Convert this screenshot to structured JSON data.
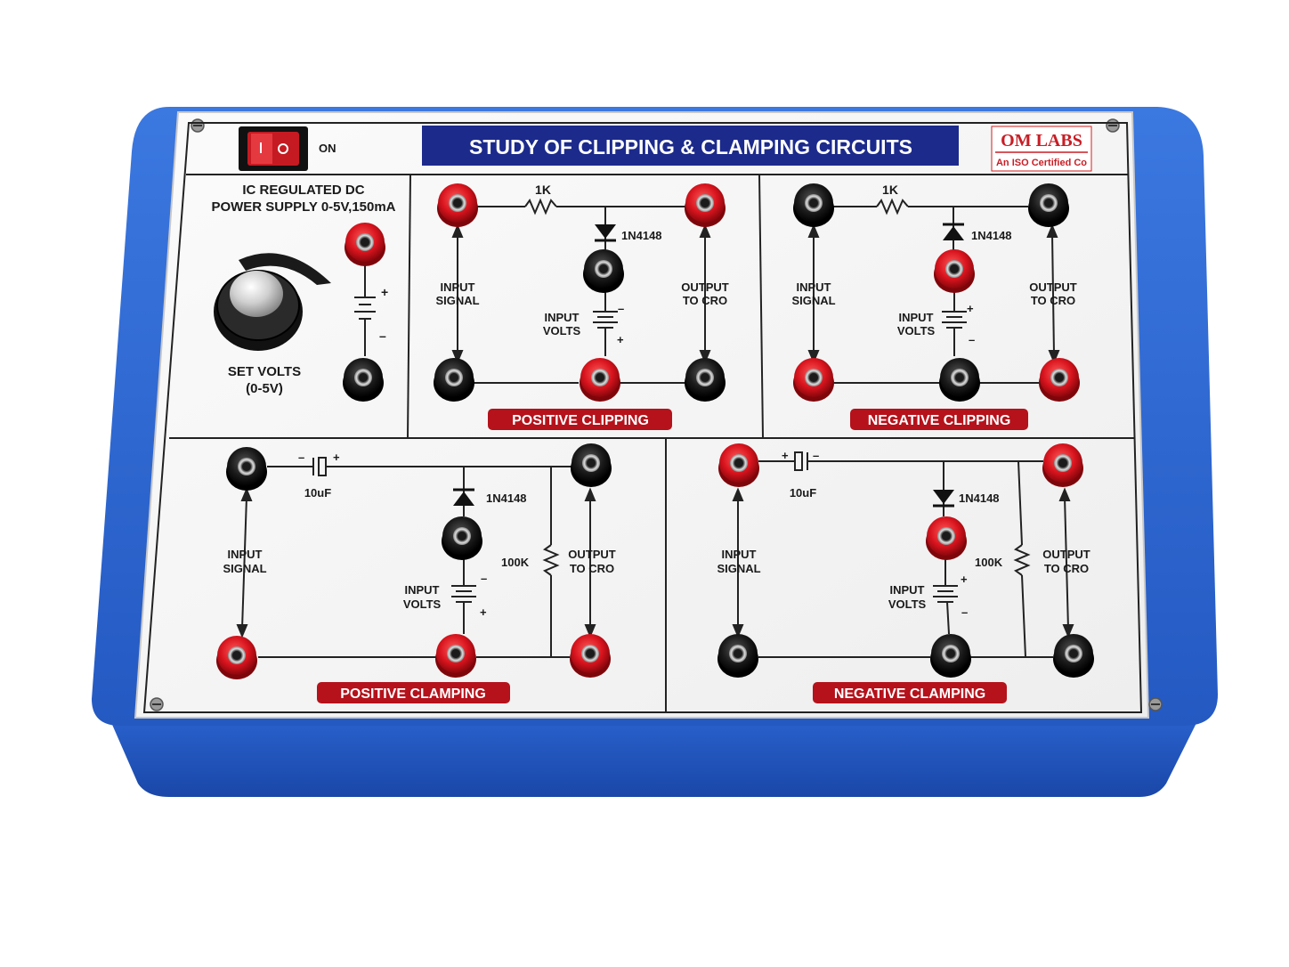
{
  "panel": {
    "title": "STUDY OF CLIPPING & CLAMPING CIRCUITS",
    "switch_label": "ON",
    "brand": {
      "name": "OM LABS",
      "tagline": "An ISO Certified Co"
    }
  },
  "power_supply": {
    "title_line1": "IC REGULATED DC",
    "title_line2": "POWER SUPPLY 0-5V,150mA",
    "knob_label_line1": "SET VOLTS",
    "knob_label_line2": "(0-5V)",
    "plus": "+",
    "minus": "–"
  },
  "positive_clipping": {
    "name": "POSITIVE CLIPPING",
    "resistor": "1K",
    "diode": "1N4148",
    "input_signal_line1": "INPUT",
    "input_signal_line2": "SIGNAL",
    "output_line1": "OUTPUT",
    "output_line2": "TO CRO",
    "input_volts_line1": "INPUT",
    "input_volts_line2": "VOLTS",
    "bat_top": "–",
    "bat_bottom": "+"
  },
  "negative_clipping": {
    "name": "NEGATIVE CLIPPING",
    "resistor": "1K",
    "diode": "1N4148",
    "input_signal_line1": "INPUT",
    "input_signal_line2": "SIGNAL",
    "output_line1": "OUTPUT",
    "output_line2": "TO CRO",
    "input_volts_line1": "INPUT",
    "input_volts_line2": "VOLTS",
    "bat_top": "+",
    "bat_bottom": "–"
  },
  "positive_clamping": {
    "name": "POSITIVE CLAMPING",
    "capacitor": "10uF",
    "cap_left": "–",
    "cap_right": "+",
    "diode": "1N4148",
    "resistor": "100K",
    "input_signal_line1": "INPUT",
    "input_signal_line2": "SIGNAL",
    "output_line1": "OUTPUT",
    "output_line2": "TO CRO",
    "input_volts_line1": "INPUT",
    "input_volts_line2": "VOLTS",
    "bat_top": "–",
    "bat_bottom": "+"
  },
  "negative_clamping": {
    "name": "NEGATIVE CLAMPING",
    "capacitor": "10uF",
    "cap_left": "+",
    "cap_right": "–",
    "diode": "1N4148",
    "resistor": "100K",
    "input_signal_line1": "INPUT",
    "input_signal_line2": "SIGNAL",
    "output_line1": "OUTPUT",
    "output_line2": "TO CRO",
    "input_volts_line1": "INPUT",
    "input_volts_line2": "VOLTS",
    "bat_top": "+",
    "bat_bottom": "–"
  },
  "colors": {
    "enclosure_blue": "#1f57c4",
    "title_bar": "#1c2a8c",
    "tag_red": "#b5121b",
    "socket_red": "#d8141e",
    "socket_black": "#1a1a1a"
  }
}
